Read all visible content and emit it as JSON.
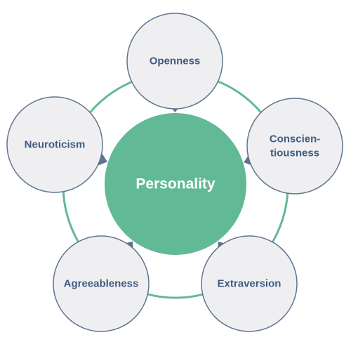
{
  "diagram": {
    "center": {
      "label": "Personality"
    },
    "traits": [
      {
        "id": "openness",
        "lines": [
          "Openness"
        ]
      },
      {
        "id": "conscientiousness",
        "lines": [
          "Conscien-",
          "tiousness"
        ]
      },
      {
        "id": "extraversion",
        "lines": [
          "Extraversion"
        ]
      },
      {
        "id": "agreeableness",
        "lines": [
          "Agreeableness"
        ]
      },
      {
        "id": "neuroticism",
        "lines": [
          "Neuroticism"
        ]
      }
    ]
  },
  "colors": {
    "center_fill": "#62b996",
    "ring_stroke": "#62b996",
    "trait_fill": "#efeff1",
    "trait_stroke": "#5e7591",
    "trait_text": "#3f5b82",
    "pointer_fill": "#5e7591"
  }
}
